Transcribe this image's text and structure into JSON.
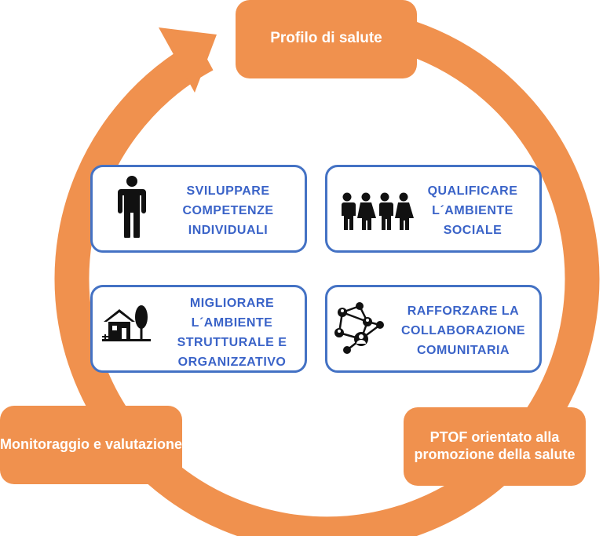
{
  "colors": {
    "cycle_orange": "#F0914E",
    "card_border": "#4472C4",
    "card_text": "#3A63C8",
    "icon_color": "#111111"
  },
  "cycle": {
    "top_stage": "Profilo di salute",
    "right_stage": "PTOF orientato alla promozione della salute",
    "left_stage": "Monitoraggio e valutazione"
  },
  "cards": [
    {
      "label": "SVILUPPARE\nCOMPETENZE\nINDIVIDUALI",
      "icon": "person-icon"
    },
    {
      "label": "QUALIFICARE\nL´AMBIENTE\nSOCIALE",
      "icon": "group-of-people-icon"
    },
    {
      "label": "MIGLIORARE\nL´AMBIENTE\nSTRUTTURALE E\nORGANIZZATIVO",
      "icon": "house-with-tree-icon"
    },
    {
      "label": "RAFFORZARE LA\nCOLLABORAZIONE\nCOMUNITARIA",
      "icon": "network-icon"
    }
  ]
}
